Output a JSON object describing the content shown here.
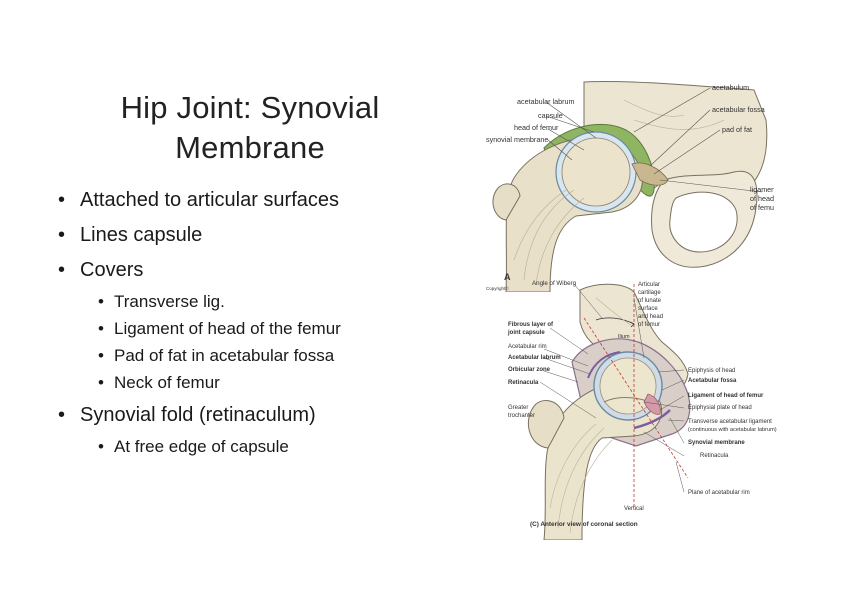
{
  "slide": {
    "title": "Hip Joint: Synovial Membrane",
    "bullets": [
      {
        "text": "Attached to articular surfaces",
        "sub": []
      },
      {
        "text": "Lines capsule",
        "sub": []
      },
      {
        "text": "Covers",
        "sub": [
          "Transverse lig.",
          "Ligament of head of the femur",
          "Pad of fat in acetabular fossa",
          "Neck of femur"
        ]
      },
      {
        "text": "Synovial fold (retinaculum)",
        "sub": [
          "At free edge of capsule"
        ]
      }
    ]
  },
  "figure_a": {
    "labels": {
      "acetabulum": "acetabulum",
      "acetabular_labrum": "acetabular labrum",
      "acetabular_fossa": "acetabular fossa",
      "capsule": "capsule",
      "pad_of_fat": "pad of fat",
      "head_of_femur": "head of femur",
      "synovial_membrane": "synovial membrane",
      "ligament_l1": "ligament",
      "ligament_l2": "of head",
      "ligament_l3": "of femur",
      "panel": "A",
      "copyright": "Copyright©"
    }
  },
  "figure_c": {
    "labels": {
      "angle_of_wiberg": "Angle of Wiberg",
      "articular_l1": "Articular",
      "articular_l2": "cartilage",
      "articular_l3": "of lunate",
      "articular_l4": "surface",
      "articular_l5": "and head",
      "articular_l6": "of femur",
      "fibrous_l1": "Fibrous layer of",
      "fibrous_l2": "joint capsule",
      "ilium": "Ilium",
      "acetabular_rim": "Acetabular rim",
      "acetabular_labrum": "Acetabular labrum",
      "orbicular_zone": "Orbicular zone",
      "retinacula": "Retinacula",
      "greater_l1": "Greater",
      "greater_l2": "trochanter",
      "epiphysis_of_head": "Epiphysis of head",
      "acetabular_fossa": "Acetabular fossa",
      "ligament_head_femur": "Ligament of head of femur",
      "epiphysial_plate": "Epiphysial plate of head",
      "transverse_l1": "Transverse acetabular ligament",
      "transverse_l2": "(continuous with acetabular labrum)",
      "synovial_membrane": "Synovial membrane",
      "retinacula_right": "Retinacula",
      "plane_rim": "Plane of acetabular rim",
      "vertical": "Vertical",
      "caption": "(C)  Anterior view of coronal section"
    }
  }
}
